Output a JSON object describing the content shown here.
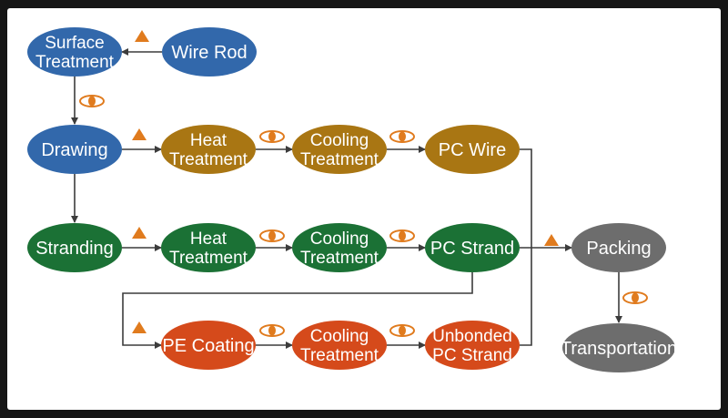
{
  "colors": {
    "blue": "#3268ab",
    "gold": "#a97613",
    "green": "#1b7135",
    "red": "#d54a1b",
    "gray": "#6d6d6d",
    "arrow": "#3c3c3c",
    "marker": "#e07b1e"
  },
  "nodes": [
    {
      "id": "surface-treatment",
      "lines": [
        "Surface",
        "Treatment"
      ],
      "color": "blue"
    },
    {
      "id": "wire-rod",
      "lines": [
        "Wire Rod"
      ],
      "color": "blue"
    },
    {
      "id": "drawing",
      "lines": [
        "Drawing"
      ],
      "color": "blue"
    },
    {
      "id": "heat-treatment-1",
      "lines": [
        "Heat",
        "Treatment"
      ],
      "color": "gold"
    },
    {
      "id": "cooling-treatment-1",
      "lines": [
        "Cooling",
        "Treatment"
      ],
      "color": "gold"
    },
    {
      "id": "pc-wire",
      "lines": [
        "PC Wire"
      ],
      "color": "gold"
    },
    {
      "id": "stranding",
      "lines": [
        "Stranding"
      ],
      "color": "green"
    },
    {
      "id": "heat-treatment-2",
      "lines": [
        "Heat",
        "Treatment"
      ],
      "color": "green"
    },
    {
      "id": "cooling-treatment-2",
      "lines": [
        "Cooling",
        "Treatment"
      ],
      "color": "green"
    },
    {
      "id": "pc-strand",
      "lines": [
        "PC Strand"
      ],
      "color": "green"
    },
    {
      "id": "pe-coating",
      "lines": [
        "PE Coating"
      ],
      "color": "red"
    },
    {
      "id": "cooling-treatment-3",
      "lines": [
        "Cooling",
        "Treatment"
      ],
      "color": "red"
    },
    {
      "id": "unbonded-pc-strand",
      "lines": [
        "Unbonded",
        "PC Strand"
      ],
      "color": "red"
    },
    {
      "id": "packing",
      "lines": [
        "Packing"
      ],
      "color": "gray"
    },
    {
      "id": "transportation",
      "lines": [
        "Transportation"
      ],
      "color": "gray"
    }
  ],
  "markers": [
    {
      "id": "tri-1",
      "kind": "triangle"
    },
    {
      "id": "eye-1",
      "kind": "eye"
    },
    {
      "id": "tri-2",
      "kind": "triangle"
    },
    {
      "id": "eye-2",
      "kind": "eye"
    },
    {
      "id": "eye-3",
      "kind": "eye"
    },
    {
      "id": "tri-3",
      "kind": "triangle"
    },
    {
      "id": "eye-4",
      "kind": "eye"
    },
    {
      "id": "eye-5",
      "kind": "eye"
    },
    {
      "id": "tri-4",
      "kind": "triangle"
    },
    {
      "id": "eye-6",
      "kind": "eye"
    },
    {
      "id": "eye-7",
      "kind": "eye"
    },
    {
      "id": "tri-5",
      "kind": "triangle"
    },
    {
      "id": "eye-8",
      "kind": "eye"
    }
  ]
}
